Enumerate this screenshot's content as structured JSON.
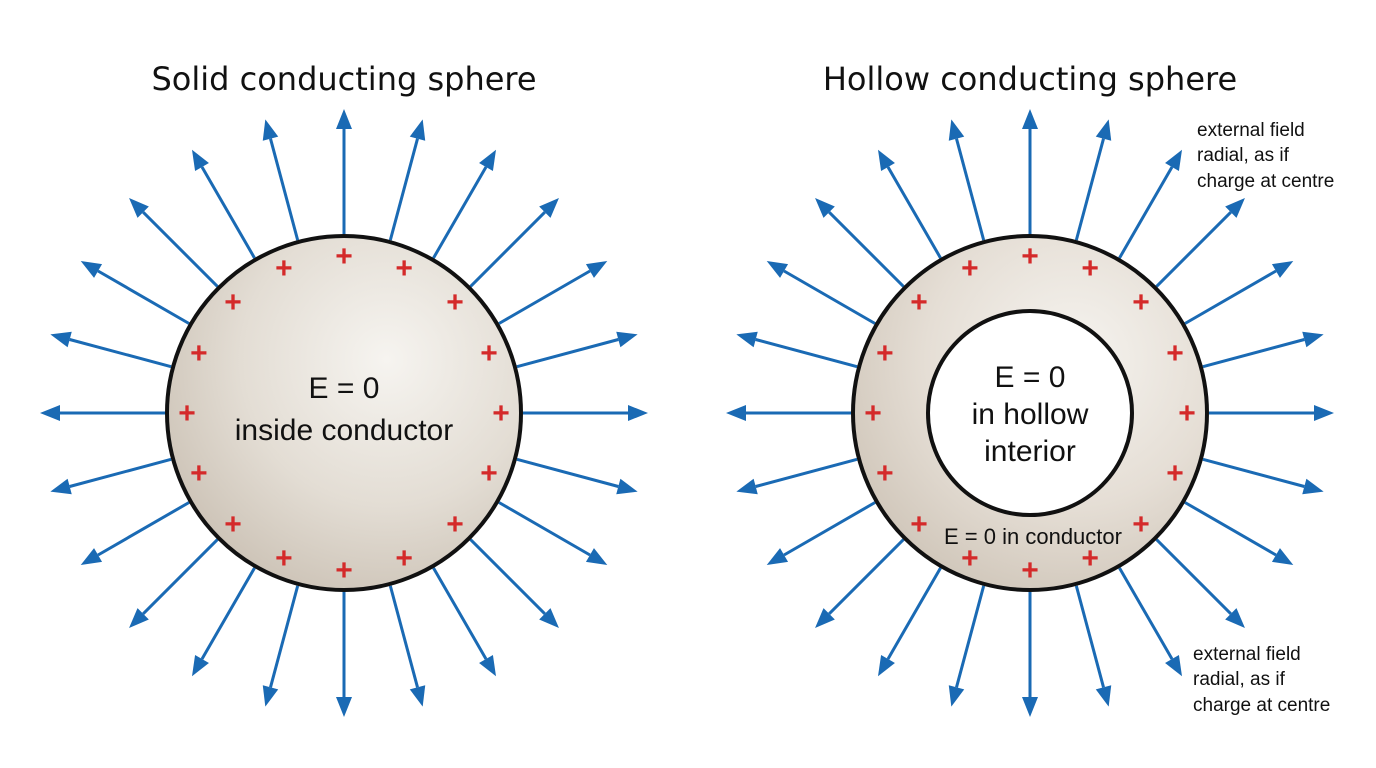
{
  "colors": {
    "field_arrow": "#1a6ab4",
    "charge_sign": "#d42a2a",
    "conductor_outline": "#111111",
    "conductor_fill_light": "#f6f4f0",
    "conductor_fill_dark": "#c9bfb2",
    "hollow_interior": "#ffffff"
  },
  "icons": {
    "field_line": "arrow-icon",
    "surface_charge": "plus-icon"
  },
  "solid": {
    "title": "Solid conducting sphere",
    "label_line1": "E = 0",
    "label_line2": "inside conductor",
    "charge_symbol": "+",
    "field_line_count": 24,
    "surface_charge_count": 16
  },
  "hollow": {
    "title": "Hollow conducting sphere",
    "interior_line1": "E = 0",
    "interior_line2": "in hollow",
    "interior_line3": "interior",
    "conductor_label": "E = 0 in conductor",
    "charge_symbol": "+",
    "field_line_count": 24,
    "surface_charge_count": 16,
    "note_top": [
      "external field",
      "radial, as if",
      "charge at centre"
    ],
    "note_bottom": [
      "external field",
      "radial, as if",
      "charge at centre"
    ]
  }
}
